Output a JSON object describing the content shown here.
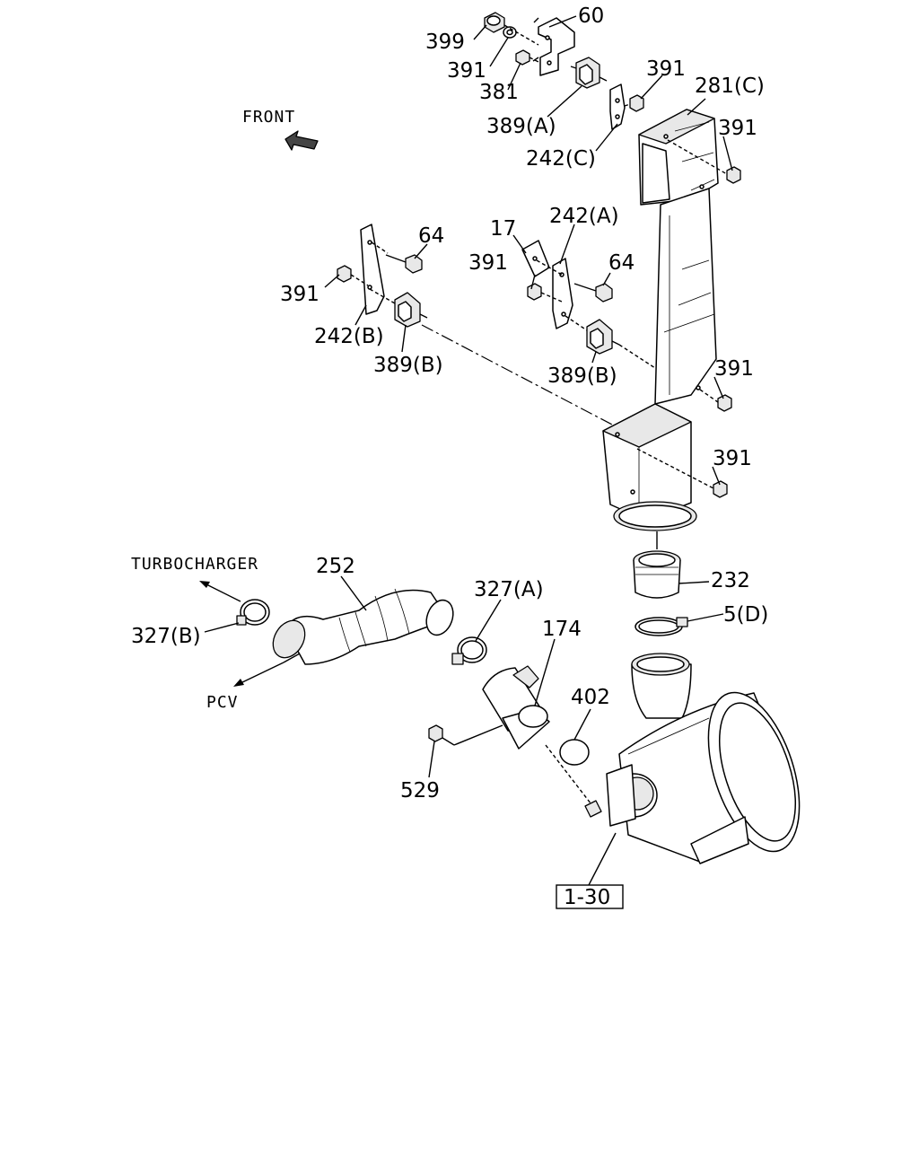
{
  "diagram": {
    "notes": {
      "front": "FRONT",
      "turbocharger": "TURBOCHARGER",
      "pcv": "PCV"
    },
    "reference": "1-30",
    "parts": {
      "p60": "60",
      "p399": "399",
      "p391_a": "391",
      "p381": "381",
      "p389a": "389(A)",
      "p391_b": "391",
      "p242c": "242(C)",
      "p281c": "281(C)",
      "p391_c": "391",
      "p17": "17",
      "p242a": "242(A)",
      "p64_a": "64",
      "p391_d": "391",
      "p64_b": "64",
      "p391_e": "391",
      "p242b": "242(B)",
      "p389b_a": "389(B)",
      "p389b_b": "389(B)",
      "p391_f": "391",
      "p391_g": "391",
      "p252": "252",
      "p232": "232",
      "p327a": "327(A)",
      "p5d": "5(D)",
      "p327b": "327(B)",
      "p174": "174",
      "p402": "402",
      "p529": "529"
    }
  }
}
